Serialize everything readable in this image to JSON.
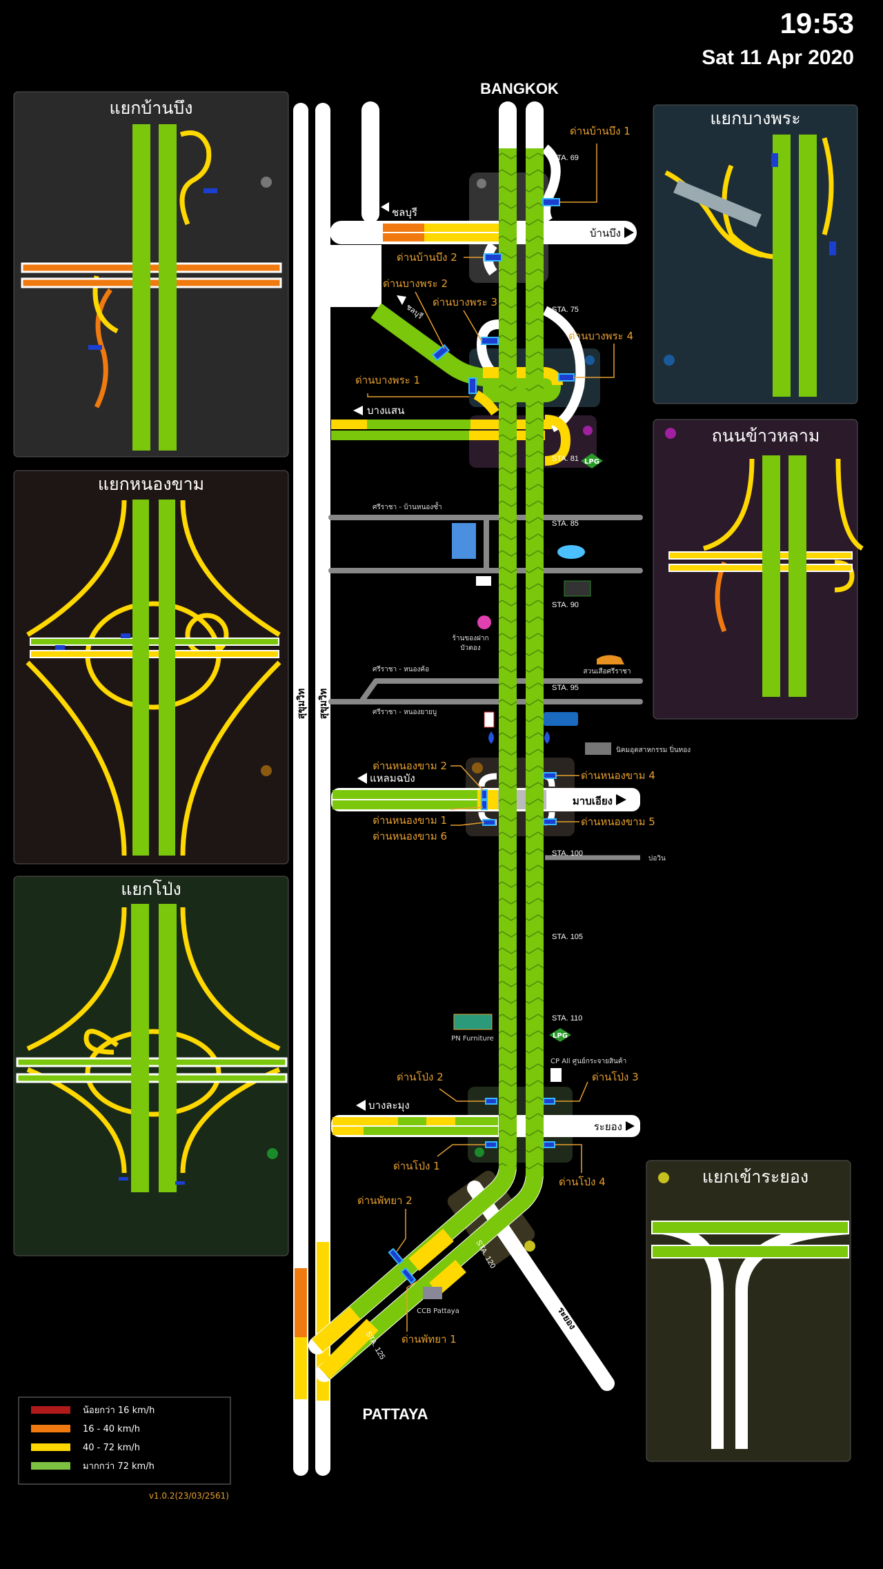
{
  "header": {
    "time": "19:53",
    "date": "Sat 11 Apr 2020"
  },
  "cities": {
    "north": "BANGKOK",
    "south": "PATTAYA"
  },
  "panels": [
    {
      "title": "แยกบ้านบึง",
      "dot_color": "#777777"
    },
    {
      "title": "แยกหนองขาม",
      "dot_color": "#8a5a10"
    },
    {
      "title": "แยกโป่ง",
      "dot_color": "#1a8a2a"
    },
    {
      "title": "แยกบางพระ",
      "dot_color": "#1a5a9a"
    },
    {
      "title": "ถนนข้าวหลาม",
      "dot_color": "#a020a0"
    },
    {
      "title": "แยกเข้าระยอง",
      "dot_color": "#c8c020"
    }
  ],
  "roads": {
    "sukhumvit_1": "สุขุมวิท",
    "sukhumvit_2": "สุขุมวิท",
    "chonburi": "ชลบุรี",
    "banbueng": "บ้านบึง",
    "chonburi_diag": "ชลบุรี",
    "bangsaen": "บางแสน",
    "sriracha_nongkha": "ศรีราชา - บ้านหนองซ้ำ",
    "sriracha_nongkho": "ศรีราชา - หนองค้อ",
    "sriracha_nongyaiboo": "ศรีราชา - หนองยายบู",
    "laemchabang": "แหลมฉบัง",
    "mabeiang": "มาบเอียง",
    "bowin": "บ่อวิน",
    "banglamung": "บางละมุง",
    "rayong": "ระยอง",
    "rayong_diag": "ระยอง"
  },
  "tolls": {
    "banbueng_1": "ด่านบ้านบึง 1",
    "banbueng_2": "ด่านบ้านบึง 2",
    "bangphra_1": "ด่านบางพระ 1",
    "bangphra_2": "ด่านบางพระ 2",
    "bangphra_3": "ด่านบางพระ 3",
    "bangphra_4": "ด่านบางพระ 4",
    "nongkham_1": "ด่านหนองขาม 1",
    "nongkham_2": "ด่านหนองขาม 2",
    "nongkham_4": "ด่านหนองขาม 4",
    "nongkham_5": "ด่านหนองขาม 5",
    "nongkham_6": "ด่านหนองขาม 6",
    "pong_1": "ด่านโป่ง 1",
    "pong_2": "ด่านโป่ง 2",
    "pong_3": "ด่านโป่ง 3",
    "pong_4": "ด่านโป่ง 4",
    "pattaya_1": "ด่านพัทยา 1",
    "pattaya_2": "ด่านพัทยา 2"
  },
  "stations": {
    "s69": "STA. 69",
    "s75": "STA. 75",
    "s81": "STA. 81",
    "s85": "STA. 85",
    "s90": "STA. 90",
    "s95": "STA. 95",
    "s100": "STA. 100",
    "s105": "STA. 105",
    "s110": "STA. 110",
    "s120": "STA. 120",
    "s125": "STA. 125"
  },
  "pois": {
    "lpg_1": "LPG",
    "lpg_2": "LPG",
    "souvenir_1": "ร้านของฝาก",
    "souvenir_2": "บัวตอง",
    "tiger_zoo": "สวนเสือศรีราชา",
    "industrial": "นิคมอุตสาหกรรม ปิ่นทอง",
    "pn_furniture": "PN Furniture",
    "cp_all": "CP All ศูนย์กระจายสินค้า",
    "ccb": "CCB Pattaya"
  },
  "legend": [
    {
      "label": "น้อยกว่า 16 km/h",
      "color": "#b01a1a"
    },
    {
      "label": "16 - 40 km/h",
      "color": "#f07a10"
    },
    {
      "label": "40 - 72 km/h",
      "color": "#ffd800"
    },
    {
      "label": "มากกว่า 72 km/h",
      "color": "#7dc142"
    }
  ],
  "version": "v1.0.2(23/03/2561)",
  "colors": {
    "green": "#7ac70c",
    "yellow": "#ffd800",
    "orange": "#f07a10",
    "toll_label": "#e8a030"
  }
}
